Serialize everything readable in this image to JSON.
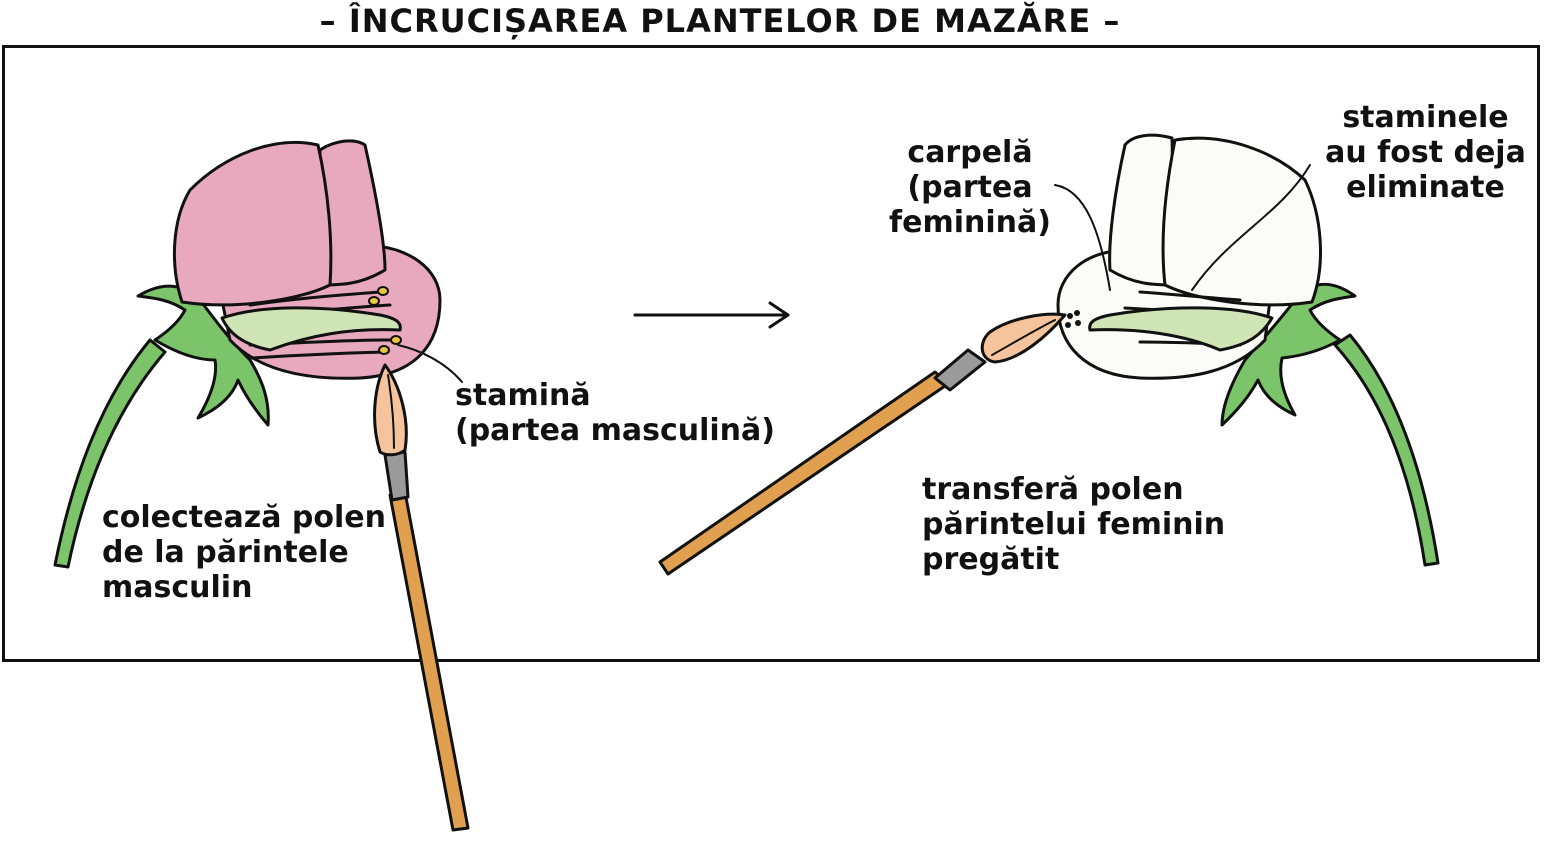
{
  "title": "– ÎNCRUCIȘAREA PLANTELOR DE MAZĂRE –",
  "labels": {
    "collect": [
      "colectează polen",
      "de la părintele",
      "masculin"
    ],
    "stamen": [
      "stamină",
      "(partea masculină)"
    ],
    "carpel": [
      "carpelă",
      "(partea",
      "feminină)"
    ],
    "stamens_removed": [
      "staminele",
      "au fost deja",
      "eliminate"
    ],
    "transfer": [
      "transferă polen",
      "părintelui feminin",
      "pregătit"
    ]
  },
  "colors": {
    "male_petal": "#e8a9be",
    "female_petal": "#fbfbf8",
    "leaf": "#7cc46a",
    "keel": "#cfe5b5",
    "brush_handle": "#e0a050",
    "brush_tip": "#f5c49c",
    "ferrule": "#9a9a9a",
    "pollen": "#e9c542"
  }
}
